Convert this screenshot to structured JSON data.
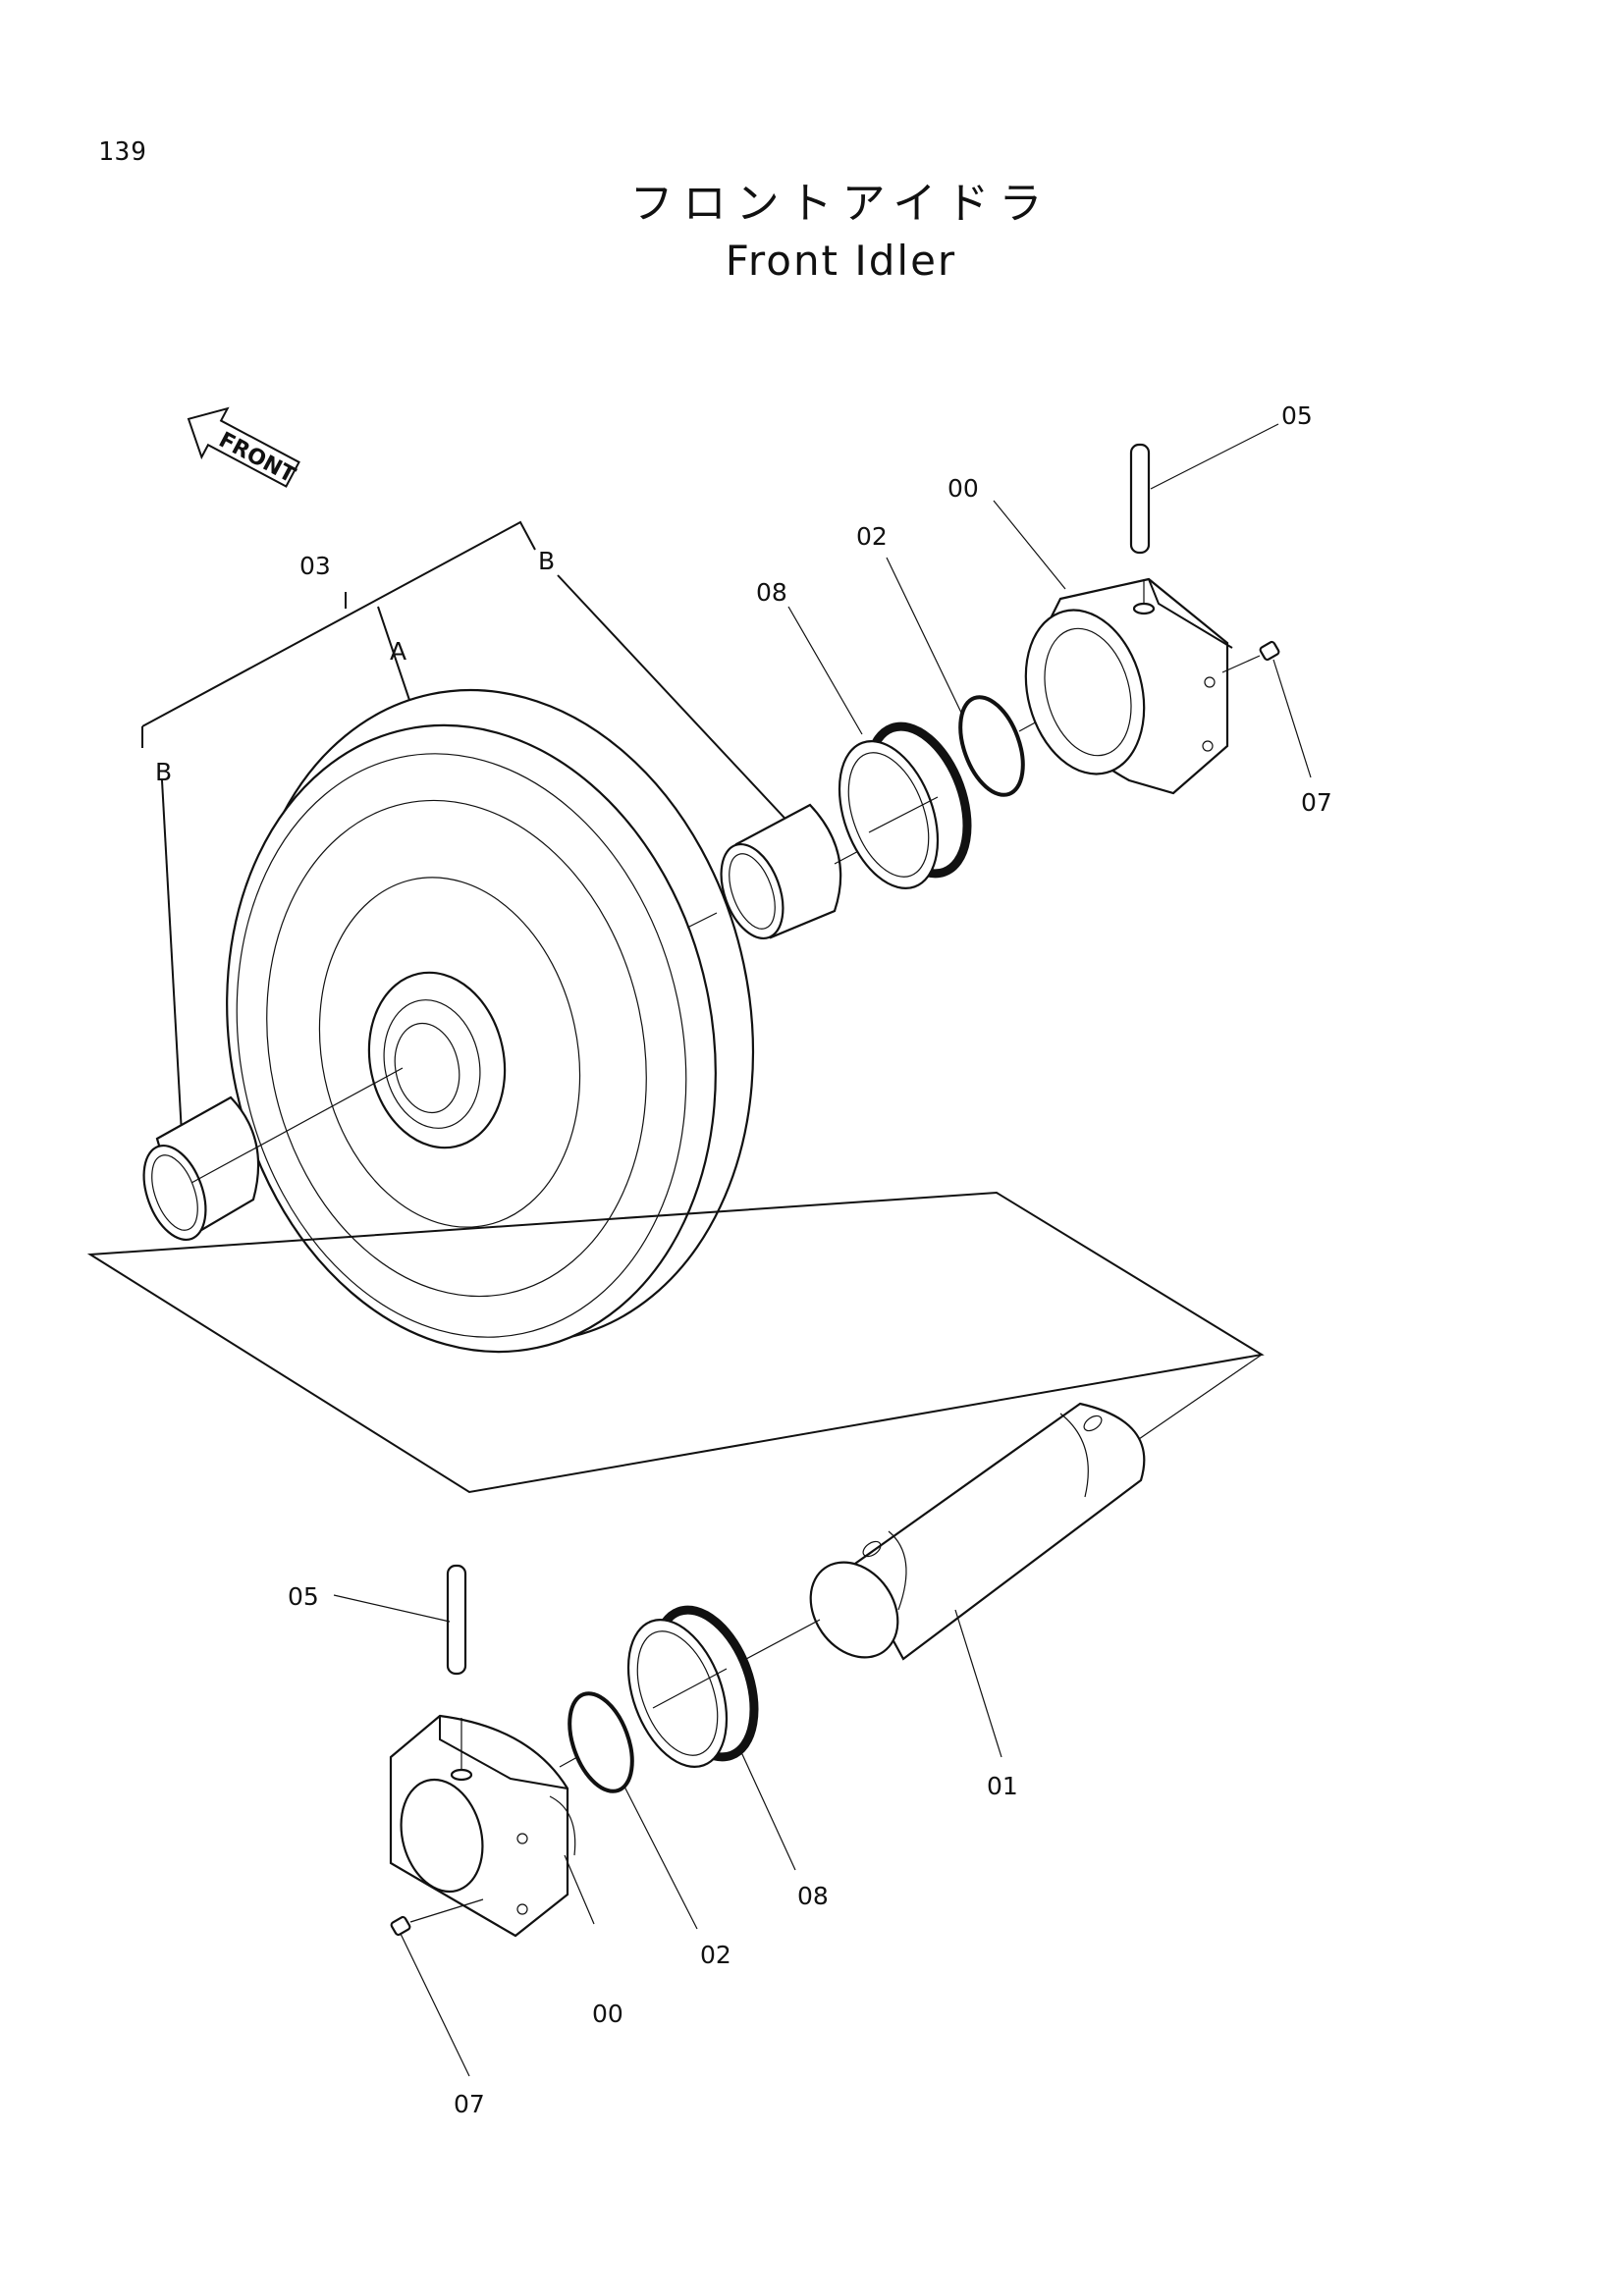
{
  "page_number": "139",
  "title_jp": "フロントアイドラ",
  "title_en": "Front Idler",
  "front_arrow": "FRONT",
  "callouts": {
    "upper_pin": "05",
    "upper_support": "00",
    "upper_snap_ring": "02",
    "upper_seal": "08",
    "upper_plug": "07",
    "idler_assy": "03",
    "mark_a": "A",
    "mark_b_right": "B",
    "mark_b_left": "B",
    "lower_pin": "05",
    "lower_support": "00",
    "lower_snap_ring": "02",
    "lower_seal": "08",
    "lower_plug": "07",
    "shaft": "01"
  },
  "colors": {
    "ink": "#111111",
    "paper": "#ffffff"
  }
}
